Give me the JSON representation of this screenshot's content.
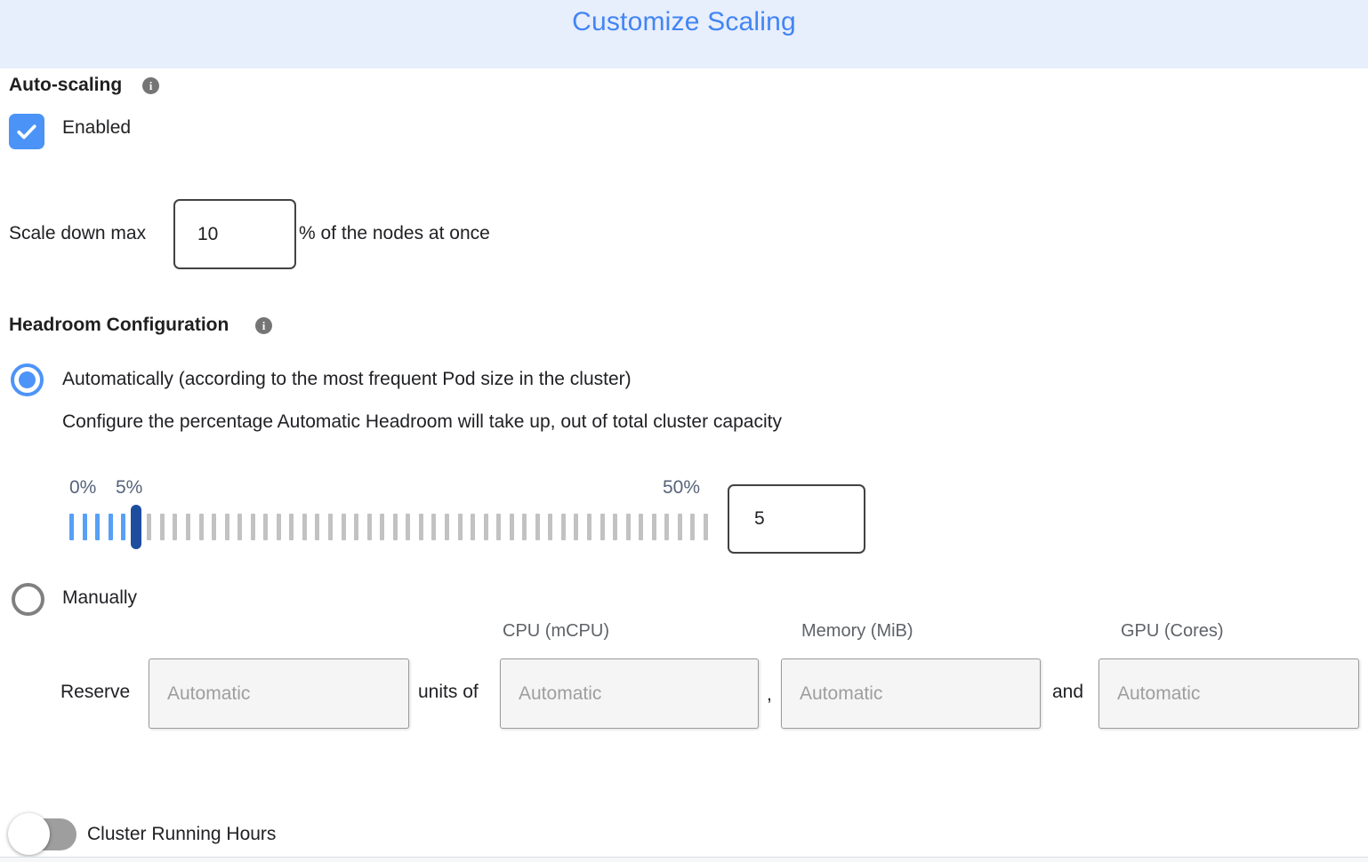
{
  "header": {
    "title": "Customize Scaling"
  },
  "auto_scaling": {
    "label": "Auto-scaling",
    "checkbox_label": "Enabled",
    "checked": true
  },
  "scale_down": {
    "prefix": "Scale down max",
    "value": "10",
    "suffix": "% of the nodes at once"
  },
  "headroom": {
    "label": "Headroom Configuration",
    "auto_option_label": "Automatically (according to the most frequent Pod size in the cluster)",
    "auto_option_selected": true,
    "auto_description": "Configure the percentage Automatic Headroom will take up, out of total cluster capacity",
    "slider": {
      "min": 0,
      "max": 50,
      "current": 5,
      "tick_count": 50,
      "min_label": "0%",
      "current_label": "5%",
      "max_label": "50%"
    },
    "percentage_value": "5",
    "manual_option_label": "Manually",
    "manual_option_selected": false
  },
  "reserve": {
    "label": "Reserve",
    "units_of": "units of",
    "comma": ",",
    "and": "and",
    "columns": [
      "CPU (mCPU)",
      "Memory (MiB)",
      "GPU (Cores)"
    ],
    "placeholders": {
      "count": "Automatic",
      "cpu": "Automatic",
      "memory": "Automatic",
      "gpu": "Automatic"
    }
  },
  "cluster_running_hours": {
    "label": "Cluster Running Hours",
    "enabled": false
  },
  "icons": {
    "info": "i",
    "checkmark": "check-icon"
  },
  "colors": {
    "accent_blue": "#4285f4",
    "header_bg": "#e7eefc",
    "checkbox_blue": "#4b93f7",
    "radio_blue": "#4d94f9",
    "slider_handle": "#1d4d9e",
    "tick_blue": "#57a0f6",
    "tick_gray": "#c2c2c2",
    "slider_label_text": "#566379",
    "column_header_text": "#5f6368",
    "toggle_off_track": "#9e9e9e"
  }
}
